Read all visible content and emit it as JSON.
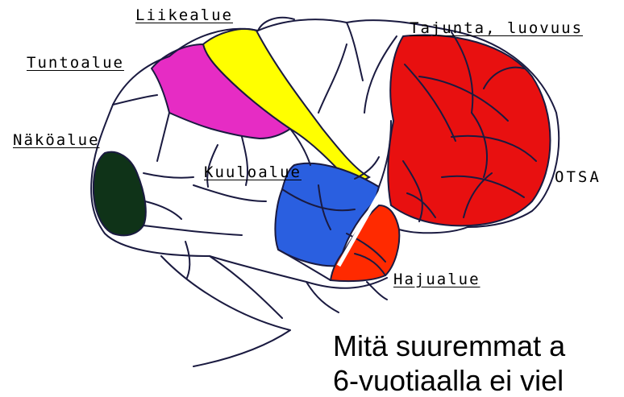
{
  "labels": {
    "motor": "Liikealue",
    "sensory": "Tuntoalue",
    "visual": "Näköalue",
    "auditory": "Kuuloalue",
    "consciousness": "Tajunta, luovuus",
    "frontal": "OTSA",
    "olfactory": "Hajualue"
  },
  "caption": {
    "line1": "Mitä suuremmat a",
    "line2": "6-vuotiaalla ei viel"
  },
  "colors": {
    "motor": "#ffff00",
    "sensory": "#e62cc4",
    "visual": "#0f3318",
    "auditory": "#2a5fe0",
    "frontal": "#e81010",
    "olfactory": "#ff2a00",
    "outline": "#1a1a40"
  }
}
